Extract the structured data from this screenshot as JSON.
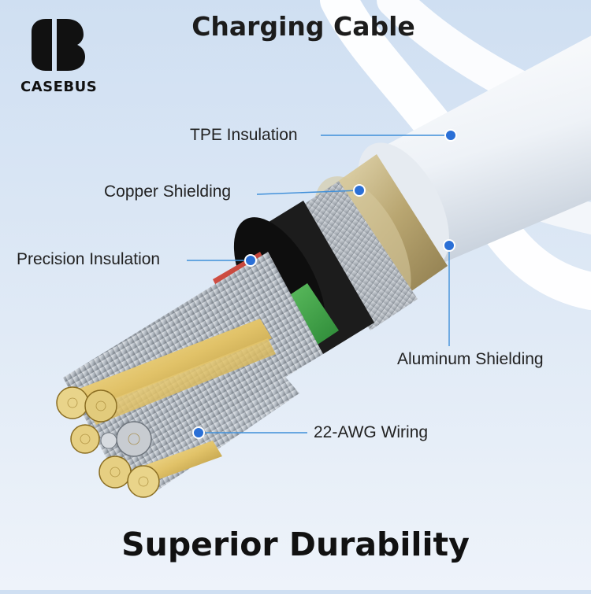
{
  "brand": {
    "name": "CASEBUS"
  },
  "header": {
    "title": "Charging Cable"
  },
  "footer": {
    "tagline": "Superior Durability"
  },
  "callouts": {
    "tpe": "TPE Insulation",
    "copper": "Copper Shielding",
    "precision": "Precision Insulation",
    "aluminum": "Aluminum Shielding",
    "wiring": "22-AWG Wiring"
  },
  "colors": {
    "callout_line": "#3f8fd9",
    "callout_dot": "#2a6fd6",
    "jacket": "#f7f9fc",
    "aluminum": "#c9b98a",
    "inner_sleeve": "#1a1a1a",
    "green_core": "#2f9e3e",
    "red_core": "#c0322a"
  }
}
